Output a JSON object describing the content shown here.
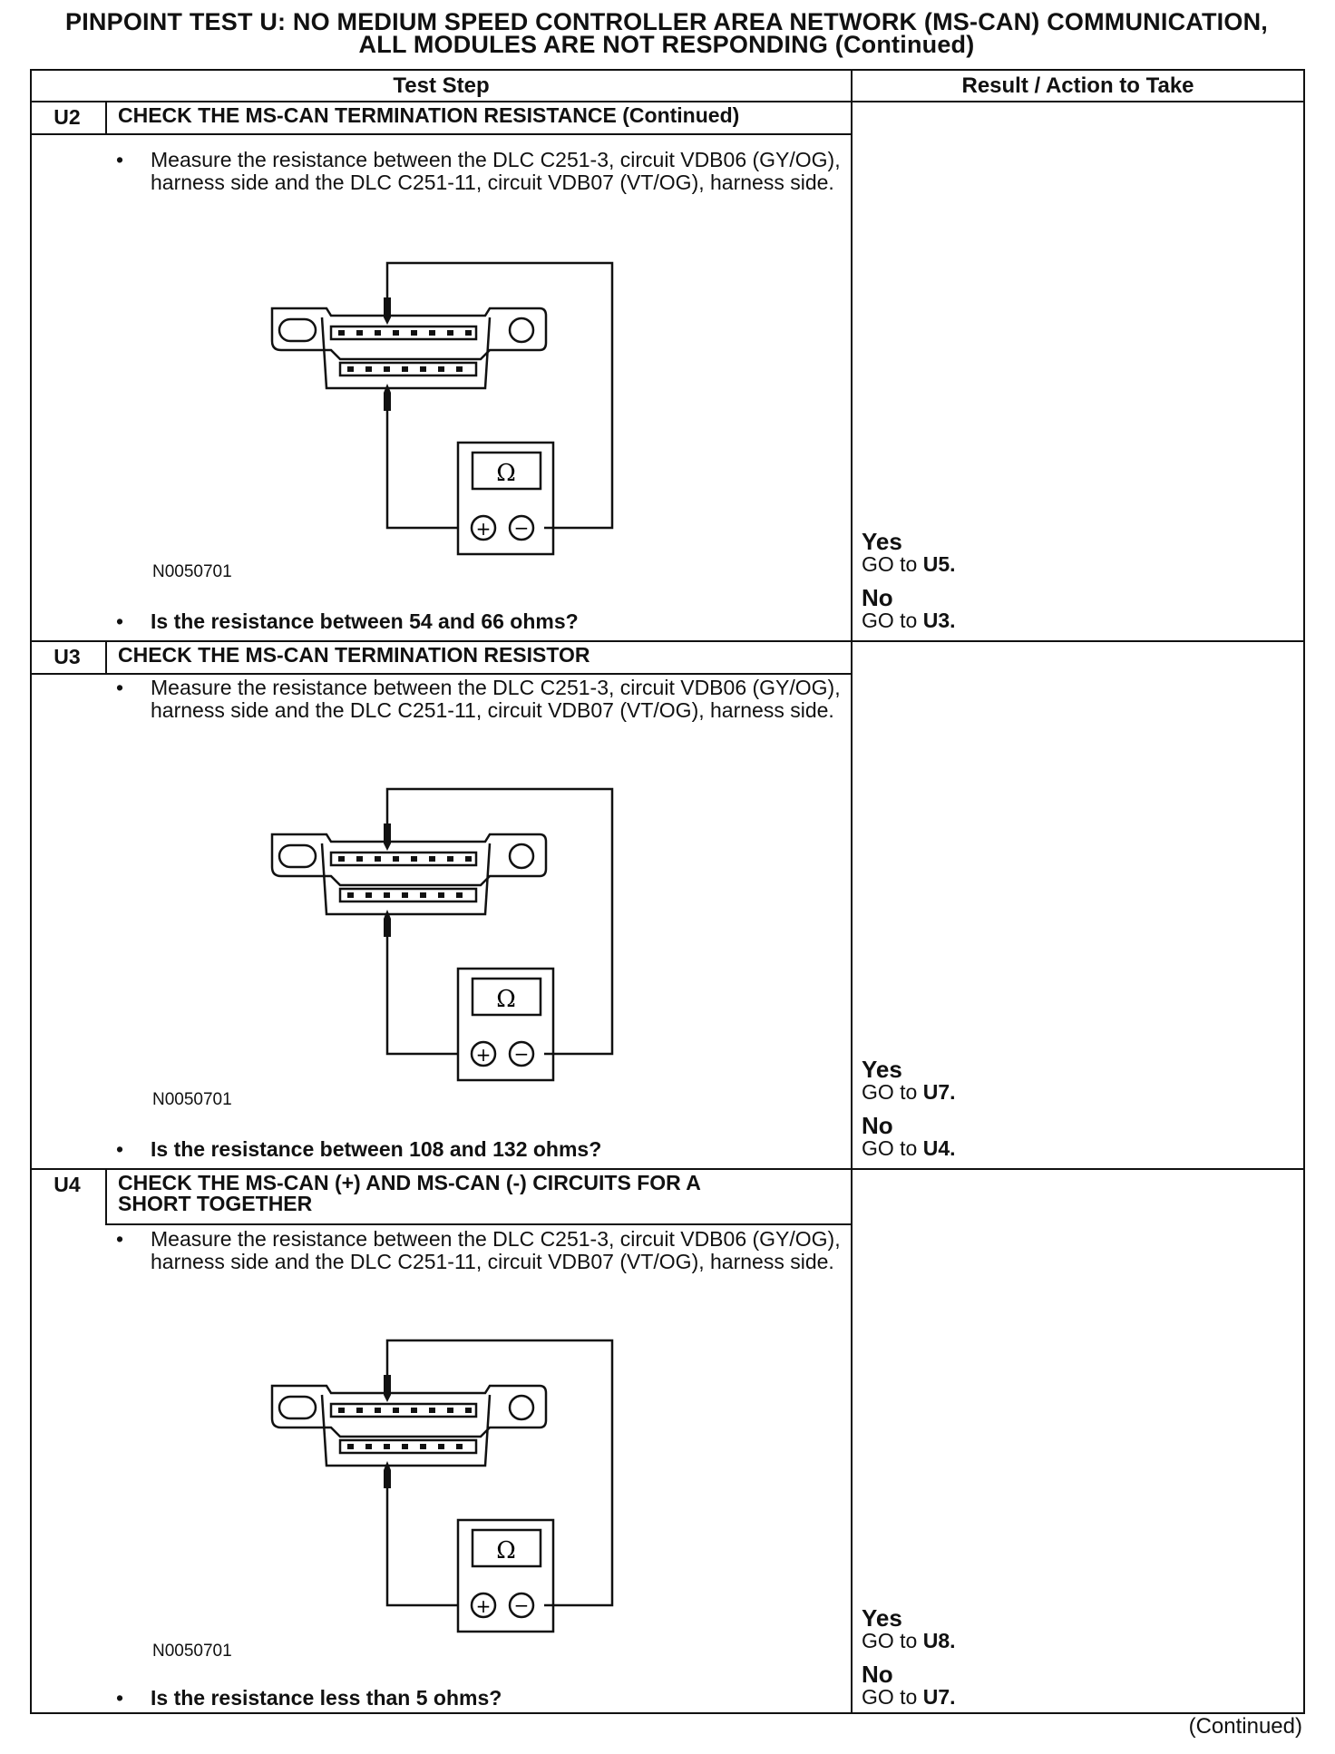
{
  "page_title": {
    "line1": "PINPOINT TEST U: NO MEDIUM SPEED CONTROLLER AREA NETWORK (MS-CAN) COMMUNICATION,",
    "line2": "ALL MODULES ARE NOT RESPONDING (Continued)"
  },
  "table_header": {
    "test_step": "Test Step",
    "result_action": "Result / Action to Take"
  },
  "steps": [
    {
      "id": "U2",
      "title_line1": "CHECK THE MS-CAN TERMINATION RESISTANCE (Continued)",
      "title_line2": "",
      "instruction": "Measure the resistance between the DLC C251-3, circuit VDB06 (GY/OG), harness side and the DLC C251-11, circuit VDB07 (VT/OG), harness side.",
      "figure_id": "N0050701",
      "question": "Is the resistance between 54 and 66 ohms?",
      "yes_label": "Yes",
      "yes_prefix": "GO to",
      "yes_target": "U5.",
      "no_label": "No",
      "no_prefix": "GO to",
      "no_target": "U3."
    },
    {
      "id": "U3",
      "title_line1": "CHECK THE MS-CAN TERMINATION RESISTOR",
      "title_line2": "",
      "instruction": "Measure the resistance between the DLC C251-3, circuit VDB06 (GY/OG), harness side and the DLC C251-11, circuit VDB07 (VT/OG), harness side.",
      "figure_id": "N0050701",
      "question": "Is the resistance between 108 and 132 ohms?",
      "yes_label": "Yes",
      "yes_prefix": "GO to",
      "yes_target": "U7.",
      "no_label": "No",
      "no_prefix": "GO to",
      "no_target": "U4."
    },
    {
      "id": "U4",
      "title_line1": "CHECK THE MS-CAN (+) AND MS-CAN (-) CIRCUITS FOR A",
      "title_line2": "SHORT TOGETHER",
      "instruction": "Measure the resistance between the DLC C251-3, circuit VDB06 (GY/OG), harness side and the DLC C251-11, circuit VDB07 (VT/OG), harness side.",
      "figure_id": "N0050701",
      "question": "Is the resistance less than 5 ohms?",
      "yes_label": "Yes",
      "yes_prefix": "GO to",
      "yes_target": "U8.",
      "no_label": "No",
      "no_prefix": "GO to",
      "no_target": "U7."
    }
  ],
  "diagram": {
    "meter_symbol": "Ω",
    "plus_symbol": "+",
    "minus_symbol": "−"
  },
  "continued_label": "(Continued)"
}
